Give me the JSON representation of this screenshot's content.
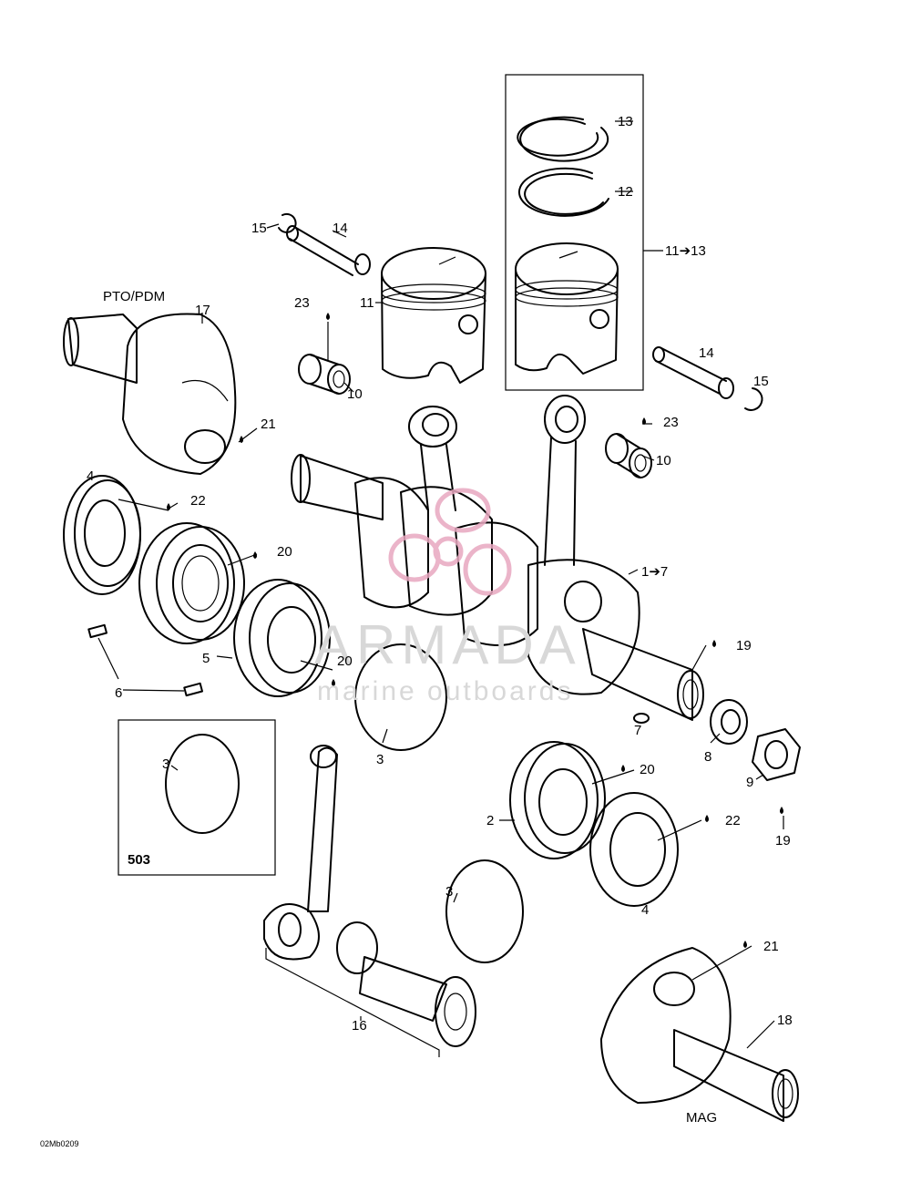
{
  "labels": {
    "pto": "PTO/PDM",
    "mag": "MAG",
    "box_503": "503",
    "code": "02Mb0209",
    "l1_7": "1➔7",
    "l2": "2",
    "l3a": "3",
    "l3b": "3",
    "l3c": "3",
    "l4a": "4",
    "l4b": "4",
    "l5": "5",
    "l6": "6",
    "l7": "7",
    "l8": "8",
    "l9": "9",
    "l10a": "10",
    "l10b": "10",
    "l11": "11",
    "l11_13": "11➔13",
    "l12": "12",
    "l13": "13",
    "l14a": "14",
    "l14b": "14",
    "l15a": "15",
    "l15b": "15",
    "l16": "16",
    "l17": "17",
    "l18": "18",
    "l19a": "19",
    "l19b": "19",
    "l20a": "20",
    "l20b": "20",
    "l20c": "20",
    "l21a": "21",
    "l21b": "21",
    "l22a": "22",
    "l22b": "22",
    "l23a": "23",
    "l23b": "23"
  },
  "watermark": {
    "name": "ARMADA",
    "tagline": "marine outboards",
    "logo_color": "#e8a8c0",
    "text_color": "#d8d8d8"
  }
}
